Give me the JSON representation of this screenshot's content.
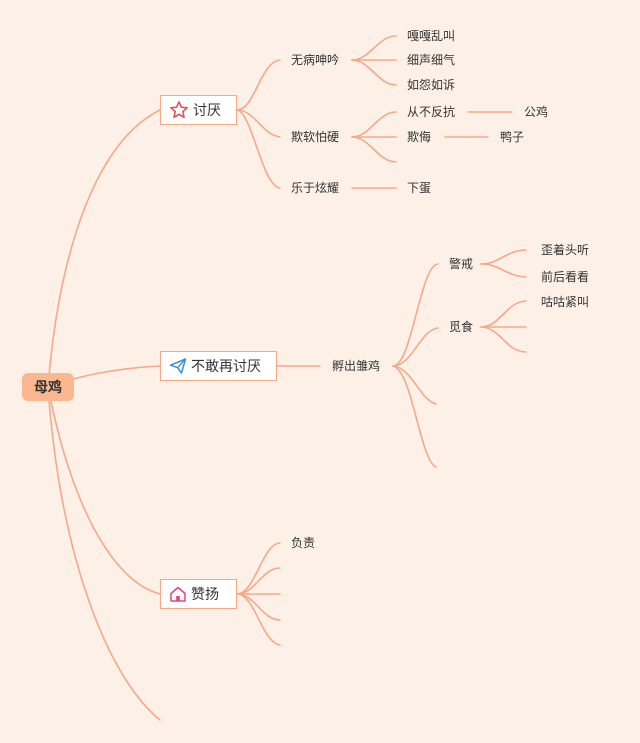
{
  "root": {
    "label": "母鸡"
  },
  "branches": {
    "dislike": {
      "label": "讨厌",
      "icon": "star-icon",
      "children": {
        "moan": {
          "label": "无病呻吟",
          "items": [
            "嘎嘎乱叫",
            "细声细气",
            "如怨如诉"
          ]
        },
        "bully": {
          "label": "欺软怕硬",
          "items": [
            {
              "label": "从不反抗",
              "target": "公鸡"
            },
            {
              "label": "欺侮",
              "target": "鸭子"
            }
          ]
        },
        "boast": {
          "label": "乐于炫耀",
          "items": [
            "下蛋"
          ]
        }
      }
    },
    "no_longer": {
      "label": "不敢再讨厌",
      "icon": "paper-plane-icon",
      "child": {
        "label": "孵出雏鸡",
        "alert": {
          "label": "警戒",
          "items": [
            "歪着头听",
            "前后看看"
          ]
        },
        "forage": {
          "label": "觅食",
          "items": [
            "咕咕紧叫"
          ]
        }
      }
    },
    "praise": {
      "label": "赞扬",
      "icon": "home-icon",
      "items": [
        "负责"
      ]
    }
  },
  "colors": {
    "line": "#f3a98a",
    "root_fill": "#fbb790",
    "background": "#fdf0e6",
    "star": "#e84b4b",
    "plane": "#3a8fd6",
    "home": "#e0457a"
  }
}
